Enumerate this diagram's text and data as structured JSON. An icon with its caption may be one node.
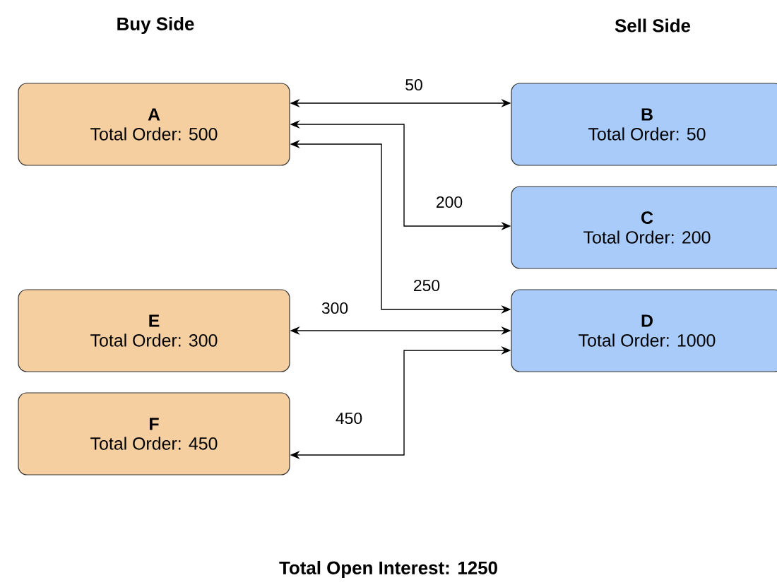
{
  "diagram": {
    "caption": "Total Open Interest: 1250",
    "nodes": [
      {
        "text": [
          "A",
          "Total Order: 500"
        ]
      },
      {
        "text": [
          "B",
          "Total Order: 50"
        ]
      },
      {
        "text": [
          "C",
          "Total Order: 200"
        ]
      },
      {
        "text": [
          "D",
          "Total Order: 1000"
        ]
      },
      {
        "text": [
          "E",
          "Total Order: 300"
        ]
      },
      {
        "text": [
          "F",
          "Total Order: 450"
        ]
      }
    ],
    "edges": [
      {
        "from": 0,
        "to": 1,
        "arrow": "both",
        "label": "50"
      },
      {
        "from": 0,
        "to": 2,
        "arrow": "both",
        "label": "200"
      },
      {
        "from": 0,
        "to": 3,
        "arrow": "both",
        "label": "250"
      },
      {
        "from": 4,
        "to": 3,
        "arrow": "both",
        "label": "300"
      },
      {
        "from": 5,
        "to": 3,
        "arrow": "both",
        "label": "450"
      }
    ],
    "labels": [
      "Buy Side",
      "Sell Side"
    ]
  }
}
